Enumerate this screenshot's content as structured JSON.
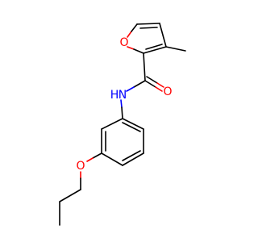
{
  "molecule": {
    "atoms": {
      "furan_o": {
        "symbol": "O",
        "color": "#ff0000"
      },
      "carbonyl_o": {
        "symbol": "O",
        "color": "#ff0000"
      },
      "amide_n": {
        "symbol": "N",
        "color": "#0000ff"
      },
      "amide_h": {
        "symbol": "H",
        "color": "#0000ff"
      },
      "ether_o": {
        "symbol": "O",
        "color": "#ff0000"
      }
    },
    "bond_color": "#000000"
  }
}
